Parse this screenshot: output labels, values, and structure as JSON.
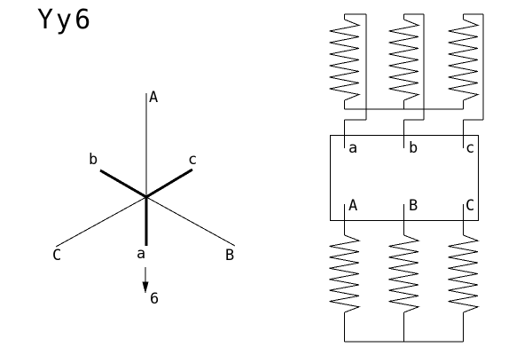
{
  "title": "Yy6",
  "colors": {
    "line": "#000000",
    "background": "#ffffff"
  },
  "phasor_diagram": {
    "primary_labels": [
      "A",
      "B",
      "C"
    ],
    "secondary_labels": [
      "a",
      "b",
      "c"
    ],
    "clock_label": "6",
    "primary_style": "thin-long",
    "secondary_style": "thick-short",
    "clock_angle_deg": 180
  },
  "winding_diagram": {
    "lv_terminal_labels": [
      "a",
      "b",
      "c"
    ],
    "hv_terminal_labels": [
      "A",
      "B",
      "C"
    ],
    "lv_connection": "wye",
    "hv_connection": "wye",
    "phase_count": 3
  }
}
